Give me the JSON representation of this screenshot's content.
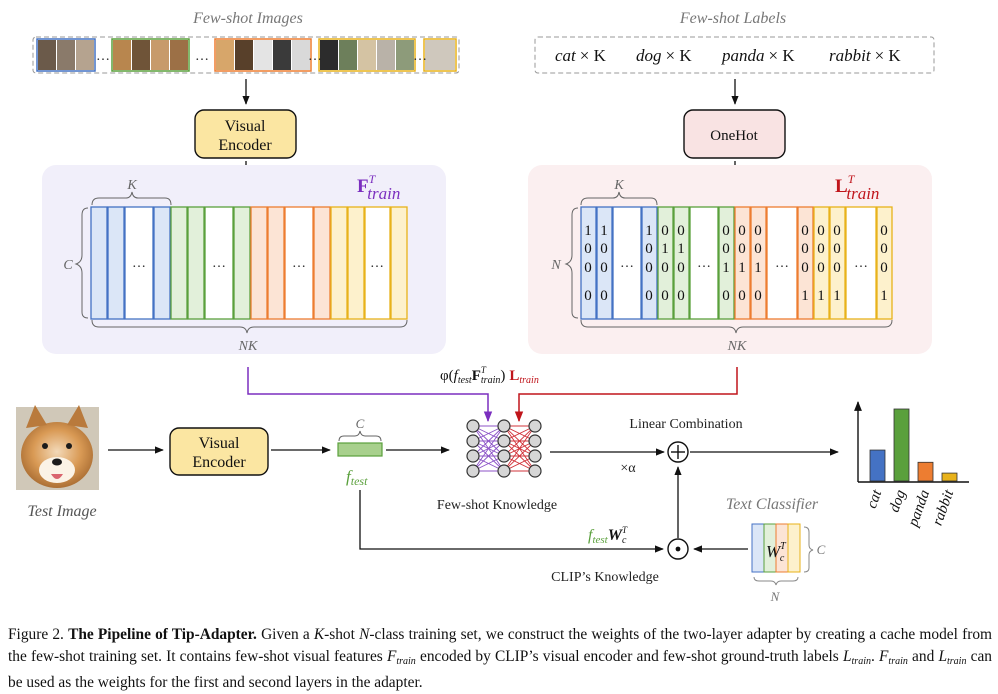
{
  "top": {
    "images_title": "Few-shot Images",
    "labels_title": "Few-shot Labels",
    "labels": [
      {
        "name": "cat",
        "times": "× K"
      },
      {
        "name": "dog",
        "times": "× K"
      },
      {
        "name": "panda",
        "times": "× K"
      },
      {
        "name": "rabbit",
        "times": "× K"
      }
    ],
    "dots": "…"
  },
  "encoder_top": {
    "line1": "Visual",
    "line2": "Encoder"
  },
  "onehot": "OneHot",
  "f_train": {
    "base": "F",
    "sup": "T",
    "sub": "train",
    "color": "#7b2fbf"
  },
  "l_train": {
    "base": "L",
    "sup": "T",
    "sub": "train",
    "color": "#c0151b"
  },
  "dims": {
    "K": "K",
    "C": "C",
    "N": "N",
    "NK": "NK"
  },
  "matrix_dots": "…",
  "onehot_columns": [
    [
      "1",
      "0",
      "0",
      "0"
    ],
    [
      "1",
      "0",
      "0",
      "0"
    ],
    [
      "1",
      "0",
      "0",
      "0"
    ],
    [
      "0",
      "1",
      "0",
      "0"
    ],
    [
      "0",
      "1",
      "0",
      "0"
    ],
    [
      "0",
      "0",
      "1",
      "0"
    ],
    [
      "0",
      "0",
      "1",
      "0"
    ],
    [
      "0",
      "0",
      "1",
      "0"
    ],
    [
      "0",
      "0",
      "0",
      "1"
    ],
    [
      "0",
      "0",
      "0",
      "1"
    ],
    [
      "0",
      "0",
      "0",
      "1"
    ],
    [
      "0",
      "0",
      "0",
      "1"
    ]
  ],
  "formula": {
    "phi": "φ(",
    "f": "f",
    "f_sub": "test",
    "F": "F",
    "F_sup": "T",
    "F_sub": "train",
    "close": ")",
    "L": "L",
    "L_sub": "train"
  },
  "test_image_label": "Test Image",
  "encoder_bottom": {
    "line1": "Visual",
    "line2": "Encoder"
  },
  "f_test": {
    "base": "f",
    "sub": "test",
    "dim": "C"
  },
  "few_shot_knowledge": "Few-shot Knowledge",
  "linear_combination": "Linear Combination",
  "times_alpha": "×α",
  "plus": "+",
  "text_classifier": "Text Classifier",
  "clip_knowledge": "CLIP’s Knowledge",
  "clip_term": {
    "f": "f",
    "f_sub": "test",
    "W": "W",
    "W_sub": "c",
    "W_sup": "T"
  },
  "classifier_box": {
    "W": "W",
    "sub": "c",
    "sup": "T",
    "dim_c": "C",
    "dim_n": "N"
  },
  "chart_data": {
    "type": "bar",
    "categories": [
      "cat",
      "dog",
      "panda",
      "rabbit"
    ],
    "values": [
      0.43,
      1.0,
      0.26,
      0.11
    ],
    "colors": [
      "#4472c4",
      "#5aa03c",
      "#ed7d31",
      "#e8b21a"
    ]
  },
  "caption": {
    "fig": "Figure 2.",
    "title": "The Pipeline of Tip-Adapter.",
    "p1a": "Given a",
    "K": "K",
    "p1b": "-shot",
    "N": "N",
    "p1c": "-class training set, we construct the weights of the two-layer adapter by creating a cache model from the few-shot training set. It contains few-shot visual features",
    "F": "F",
    "train": "train",
    "p2": "encoded by CLIP’s visual encoder and few-shot ground-truth labels",
    "L": "L",
    "p3": ".",
    "p4": "and",
    "p5": "can be used as the weights for the first and second layers in the adapter."
  }
}
